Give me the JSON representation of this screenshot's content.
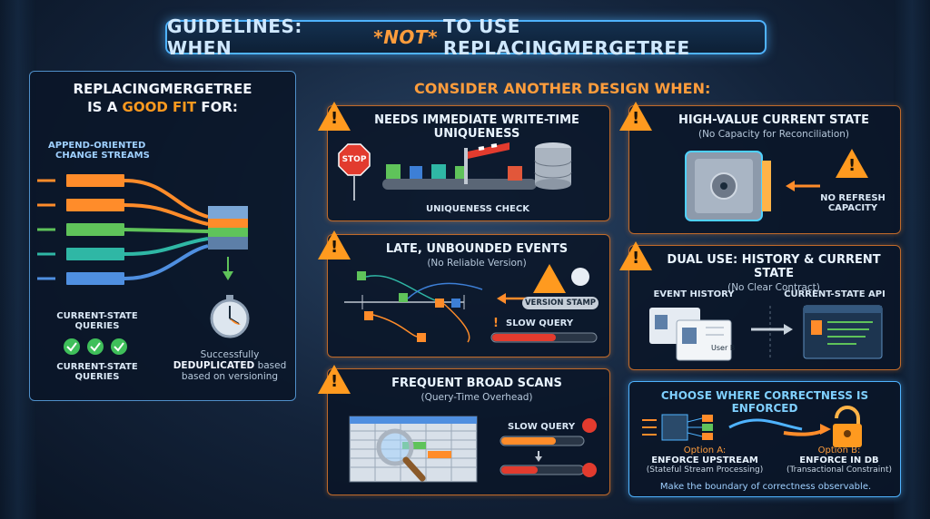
{
  "title": {
    "part1": "GUIDELINES: WHEN",
    "part2": "*NOT*",
    "part3": "TO USE REPLACINGMERGETREE"
  },
  "good_fit": {
    "heading_line1": "REPLACINGMERGETREE",
    "heading_line2a": "IS A",
    "heading_line2b": "GOOD FIT",
    "heading_line2c": "FOR:",
    "streams_label_line1": "APPEND-ORIENTED",
    "streams_label_line2": "CHANGE STREAMS",
    "queries_label_1_line1": "CURRENT-STATE",
    "queries_label_1_line2": "QUERIES",
    "queries_label_2_line1": "CURRENT-STATE",
    "queries_label_2_line2": "QUERIES",
    "result_line1": "Successfully",
    "result_line2a": "DEDUPLICATED",
    "result_line2b": "based",
    "result_line3": "based on versioning"
  },
  "consider_heading": "CONSIDER ANOTHER DESIGN WHEN:",
  "cards": {
    "uniqueness": {
      "title": "NEEDS IMMEDIATE WRITE-TIME UNIQUENESS",
      "stop": "STOP",
      "caption": "UNIQUENESS CHECK"
    },
    "current_state": {
      "title": "HIGH-VALUE CURRENT STATE",
      "sub": "(No Capacity for Reconciliation)",
      "note_line1": "NO REFRESH",
      "note_line2": "CAPACITY"
    },
    "late_events": {
      "title": "LATE, UNBOUNDED EVENTS",
      "sub": "(No Reliable Version)",
      "stamp": "VERSION STAMP",
      "slow": "SLOW QUERY",
      "excl": "!"
    },
    "dual_use": {
      "title": "DUAL USE: HISTORY & CURRENT STATE",
      "sub": "(No Clear Contract)",
      "left": "EVENT HISTORY",
      "right": "CURRENT-STATE API",
      "user": "User B"
    },
    "broad_scans": {
      "title": "FREQUENT BROAD SCANS",
      "sub": "(Query-Time Overhead)",
      "slow": "SLOW QUERY"
    },
    "correctness": {
      "title": "CHOOSE WHERE CORRECTNESS IS ENFORCED",
      "a_label": "Option A:",
      "a_title": "ENFORCE UPSTREAM",
      "a_sub": "(Stateful Stream Processing)",
      "b_label": "Option B:",
      "b_title": "ENFORCE IN DB",
      "b_sub": "(Transactional Constraint)",
      "footer": "Make the boundary of correctness observable."
    }
  },
  "colors": {
    "accent_blue": "#4fb3ff",
    "accent_orange": "#ff9a1f",
    "warning_red": "#e23b2e",
    "ok_green": "#3fbf5a"
  }
}
